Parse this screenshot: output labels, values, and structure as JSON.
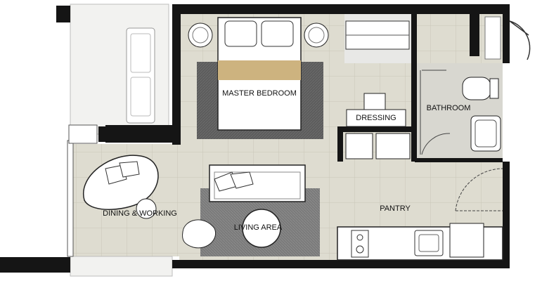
{
  "rooms": {
    "master_bedroom": "MASTER BEDROOM",
    "dressing": "DRESSING",
    "bathroom": "BATHROOM",
    "dining_working": "DINING & WORKING",
    "living_area": "LIVING AREA",
    "pantry": "PANTRY"
  },
  "colors": {
    "wall": "#151515",
    "floor": "#dedcd0",
    "floor_grid": "#c9c6b8",
    "balcony": "#f2f2f0",
    "rug": "#5a5a5a",
    "bed_runner": "#cdb37f"
  }
}
